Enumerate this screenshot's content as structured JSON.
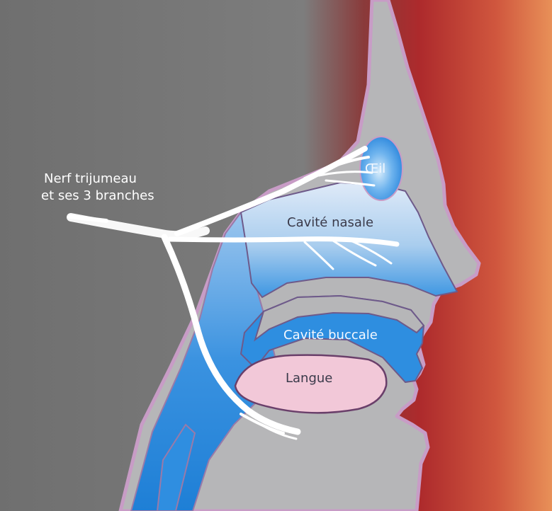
{
  "labels": {
    "nerve_line1": "Nerf trijumeau",
    "nerve_line2": "et ses 3 branches",
    "eye": "Œil",
    "nasal_cavity": "Cavité nasale",
    "oral_cavity": "Cavité buccale",
    "tongue": "Langue"
  },
  "colors": {
    "background_gray": "#7a7a7a",
    "warm_red": "#a8262a",
    "warm_orange": "#e58a55",
    "head_gray": "#b7b7b9",
    "outline_mauve": "#c79bc4",
    "cavity_blue": "#2f8ee0",
    "cavity_light": "#d6e6f7",
    "tongue_pink": "#f2c6d6",
    "nerve_white": "#ffffff"
  },
  "icons": [
    "trigeminal-nerve-illustration",
    "eye-shape",
    "head-profile"
  ]
}
